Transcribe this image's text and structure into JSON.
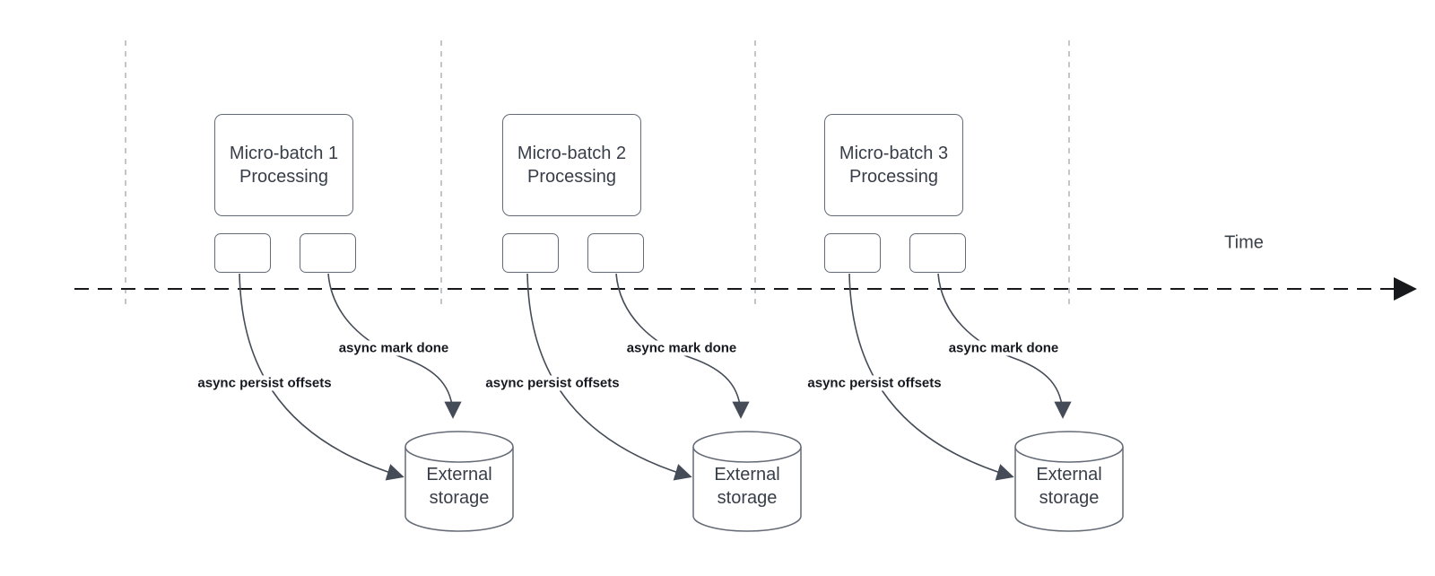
{
  "diagram": {
    "time_axis_label": "Time",
    "groups": [
      {
        "title": "Micro-batch 1 Processing",
        "persist_label": "async persist offsets",
        "done_label": "async mark done",
        "storage_label": "External storage"
      },
      {
        "title": "Micro-batch 2 Processing",
        "persist_label": "async persist offsets",
        "done_label": "async mark done",
        "storage_label": "External storage"
      },
      {
        "title": "Micro-batch 3 Processing",
        "persist_label": "async persist offsets",
        "done_label": "async mark done",
        "storage_label": "External storage"
      }
    ],
    "colors": {
      "shape_stroke": "#646b76",
      "arrow_stroke": "#454c57",
      "timeline_stroke": "#17191c",
      "lane_divider_stroke": "#aeb2b8",
      "title_text": "#383e48",
      "bold_label_text": "#16191f"
    }
  }
}
